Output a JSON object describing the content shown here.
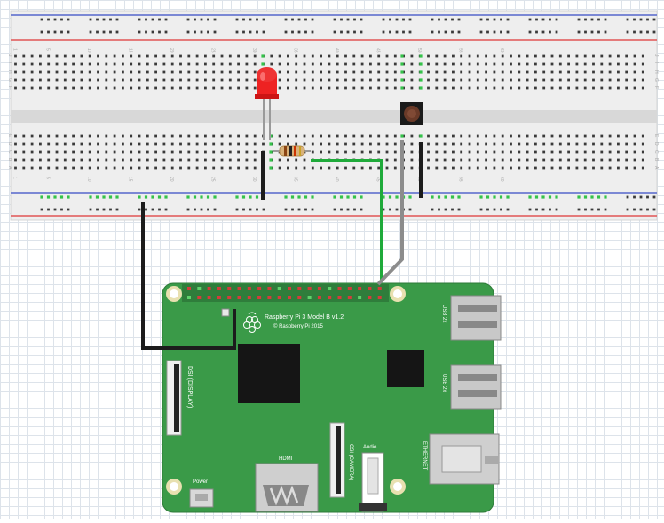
{
  "breadboard": {
    "column_numbers": [
      "1",
      "5",
      "10",
      "15",
      "20",
      "25",
      "30",
      "35",
      "40",
      "45",
      "50",
      "55",
      "60"
    ],
    "row_letters_top": [
      "J",
      "I",
      "H",
      "G",
      "F"
    ],
    "row_letters_bottom": [
      "E",
      "D",
      "C",
      "B",
      "A"
    ]
  },
  "pi": {
    "model_line1": "Raspberry Pi 3 Model B v1.2",
    "model_line2": "© Raspberry Pi 2015",
    "dsi_label": "DSI (DISPLAY)",
    "hdmi_label": "HDMI",
    "csi_label": "CSI (CAMERA)",
    "audio_label": "Audio",
    "power_label": "Power",
    "usb_label_top": "USB 2x",
    "usb_label_bottom": "USB 2x",
    "ethernet_label": "ETHERNET"
  },
  "colors": {
    "board_green": "#3a9a48",
    "breadboard": "#eeeeee",
    "wire_black": "#1c1c1c",
    "wire_green": "#1faa3a",
    "wire_gray": "#8c8c8c",
    "led_red": "#ee2222",
    "rail_red": "#e05555",
    "rail_blue": "#5566cc"
  },
  "components": {
    "led": "led-icon",
    "resistor": "resistor-icon",
    "button": "pushbutton-icon"
  }
}
